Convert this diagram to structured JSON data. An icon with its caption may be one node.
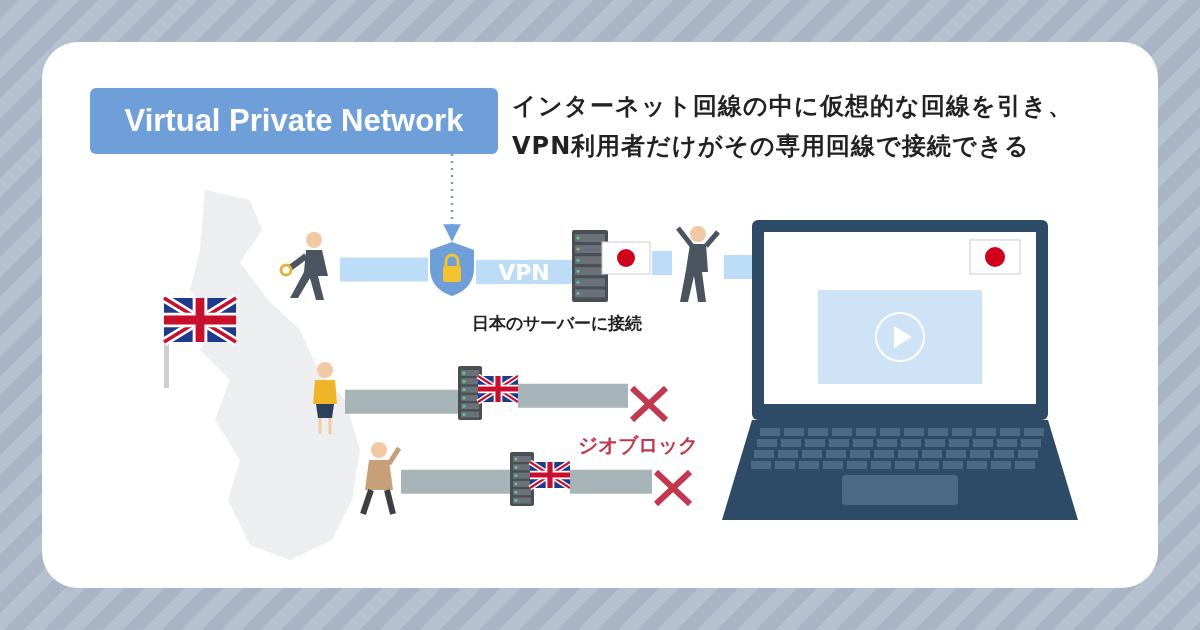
{
  "diagram": {
    "nodes": [
      {
        "text": [
          "Virtual Private Network"
        ]
      },
      {
        "text": [
          "インターネット回線の中に仮想的な回線を引き、VPN利用者だけがその専用回線で接続できる"
        ]
      },
      {
        "text": [],
        "shape": "person"
      },
      {
        "text": [],
        "shape": "picture"
      },
      {
        "text": [],
        "shape": "picture",
        "beside": [
          "日本のサーバーに接続"
        ]
      },
      {
        "text": [],
        "shape": "person"
      },
      {
        "text": [],
        "shape": "picture"
      },
      {
        "text": [],
        "shape": "person"
      },
      {
        "text": [],
        "shape": "picture"
      },
      {
        "text": [],
        "shape": "picture"
      },
      {
        "text": [],
        "shape": "person"
      },
      {
        "text": [],
        "shape": "picture"
      },
      {
        "text": [],
        "shape": "picture"
      }
    ],
    "edges": [
      {
        "from": 0,
        "to": 3,
        "arrow": "to",
        "style": "dashed"
      },
      {
        "from": 2,
        "to": 3,
        "arrow": "none"
      },
      {
        "from": 3,
        "to": 4,
        "arrow": "none",
        "label": "VPN"
      },
      {
        "from": 4,
        "to": 5,
        "arrow": "none"
      },
      {
        "from": 5,
        "to": 6,
        "arrow": "none"
      },
      {
        "from": 7,
        "to": 8,
        "arrow": "none",
        "color": "#8b9ca0"
      },
      {
        "from": 8,
        "to": 9,
        "arrow": "none",
        "color": "#8b9ca0"
      },
      {
        "from": 10,
        "to": 11,
        "arrow": "none",
        "color": "#8b9ca0"
      },
      {
        "from": 11,
        "to": 12,
        "arrow": "none",
        "color": "#8b9ca0"
      }
    ],
    "labels": [
      "ジオブロック"
    ]
  }
}
